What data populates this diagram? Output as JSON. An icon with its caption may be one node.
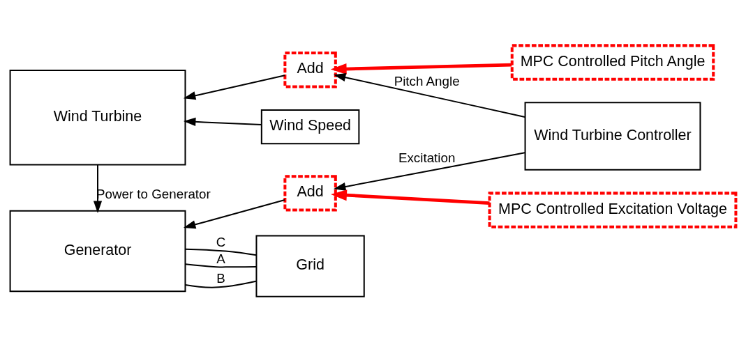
{
  "diagram": {
    "nodes": [
      {
        "text": [
          "Wind Turbine"
        ]
      },
      {
        "text": [
          "Add"
        ]
      },
      {
        "text": [
          "MPC Controlled Pitch Angle"
        ]
      },
      {
        "text": [
          "Wind Speed"
        ]
      },
      {
        "text": [
          "Wind Turbine Controller"
        ]
      },
      {
        "text": [
          "Generator"
        ]
      },
      {
        "text": [
          "Grid"
        ]
      },
      {
        "text": [
          "Add"
        ]
      },
      {
        "text": [
          "MPC Controlled Excitation Voltage"
        ]
      }
    ],
    "edges": [
      {
        "from": 2,
        "to": 1,
        "arrow": "to",
        "style": "thick",
        "color": "#ff0000"
      },
      {
        "from": 1,
        "to": 0,
        "arrow": "to"
      },
      {
        "from": 4,
        "to": 1,
        "arrow": "to",
        "label": "Pitch Angle"
      },
      {
        "from": 3,
        "to": 0,
        "arrow": "to"
      },
      {
        "from": 0,
        "to": 5,
        "arrow": "to",
        "label": "Power to Generator"
      },
      {
        "from": 6,
        "to": 5,
        "arrow": "none",
        "label": "A"
      },
      {
        "from": 6,
        "to": 5,
        "arrow": "none",
        "label": "B"
      },
      {
        "from": 6,
        "to": 5,
        "arrow": "none",
        "label": "C"
      },
      {
        "from": 4,
        "to": 7,
        "arrow": "to",
        "label": "Excitation"
      },
      {
        "from": 8,
        "to": 7,
        "arrow": "to",
        "style": "thick",
        "color": "#ff0000"
      },
      {
        "from": 7,
        "to": 5,
        "arrow": "to"
      }
    ]
  }
}
